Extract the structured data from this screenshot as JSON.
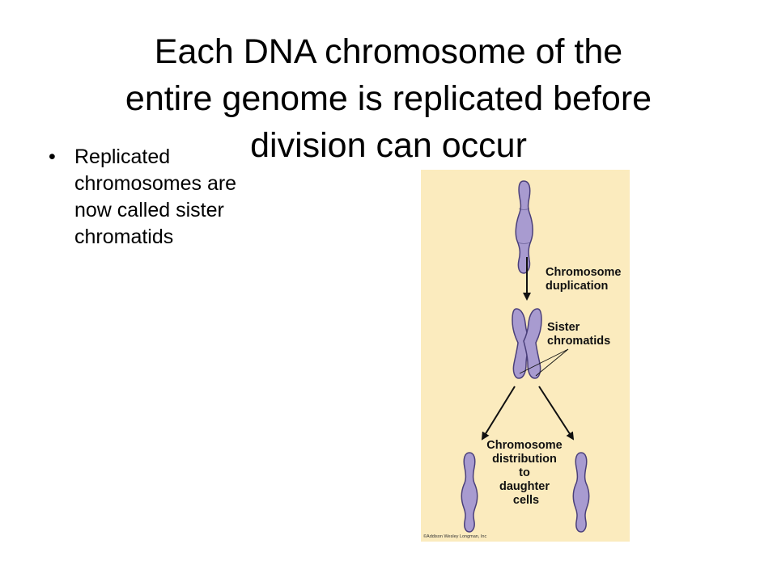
{
  "slide": {
    "title_lines": [
      "Each DNA chromosome of the",
      "entire genome is replicated before",
      "division can occur"
    ],
    "bullets": [
      {
        "lines": [
          "Replicated",
          "chromosomes are",
          "now called sister",
          "chromatids"
        ]
      }
    ]
  },
  "figure": {
    "background_color": "#fbebbe",
    "chromosome_color": "#a89bd0",
    "chromosome_stroke": "#4a3f7a",
    "labels": {
      "duplication": [
        "Chromosome",
        "duplication"
      ],
      "sister": [
        "Sister",
        "chromatids"
      ],
      "distribution": [
        "Chromosome",
        "distribution",
        "to",
        "daughter",
        "cells"
      ]
    },
    "credit": "©Addison Wesley Longman, Inc"
  }
}
